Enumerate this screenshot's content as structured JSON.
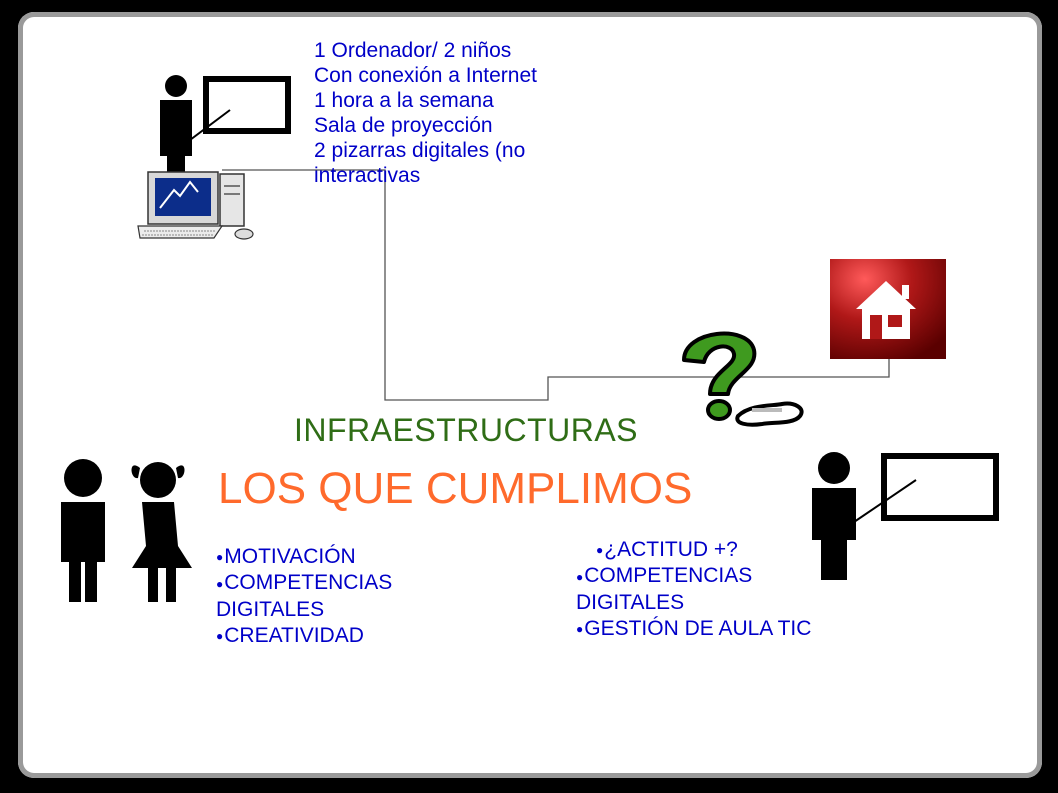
{
  "infrastructure_list": [
    "1 Ordenador/ 2 niños",
    "Con conexión a Internet",
    "1 hora a la semana",
    "Sala de proyección",
    "2 pizarras digitales (no",
    "interactivas"
  ],
  "heading_infrastructure": "INFRAESTRUCTURAS",
  "heading_main": "LOS QUE CUMPLIMOS",
  "students_list": [
    "MOTIVACIÓN",
    "COMPETENCIAS DIGITALES",
    "CREATIVIDAD"
  ],
  "teachers_list": [
    "¿ACTITUD +?",
    "COMPETENCIAS DIGITALES",
    "GESTIÓN DE AULA TIC"
  ],
  "bullet_glyph": "●",
  "colors": {
    "list_text": "#0000c8",
    "heading_infrastructure": "#2f6d16",
    "heading_main": "#ff6a2c",
    "question_mark": "#3f9a1f",
    "house_tile": "#b01818"
  }
}
